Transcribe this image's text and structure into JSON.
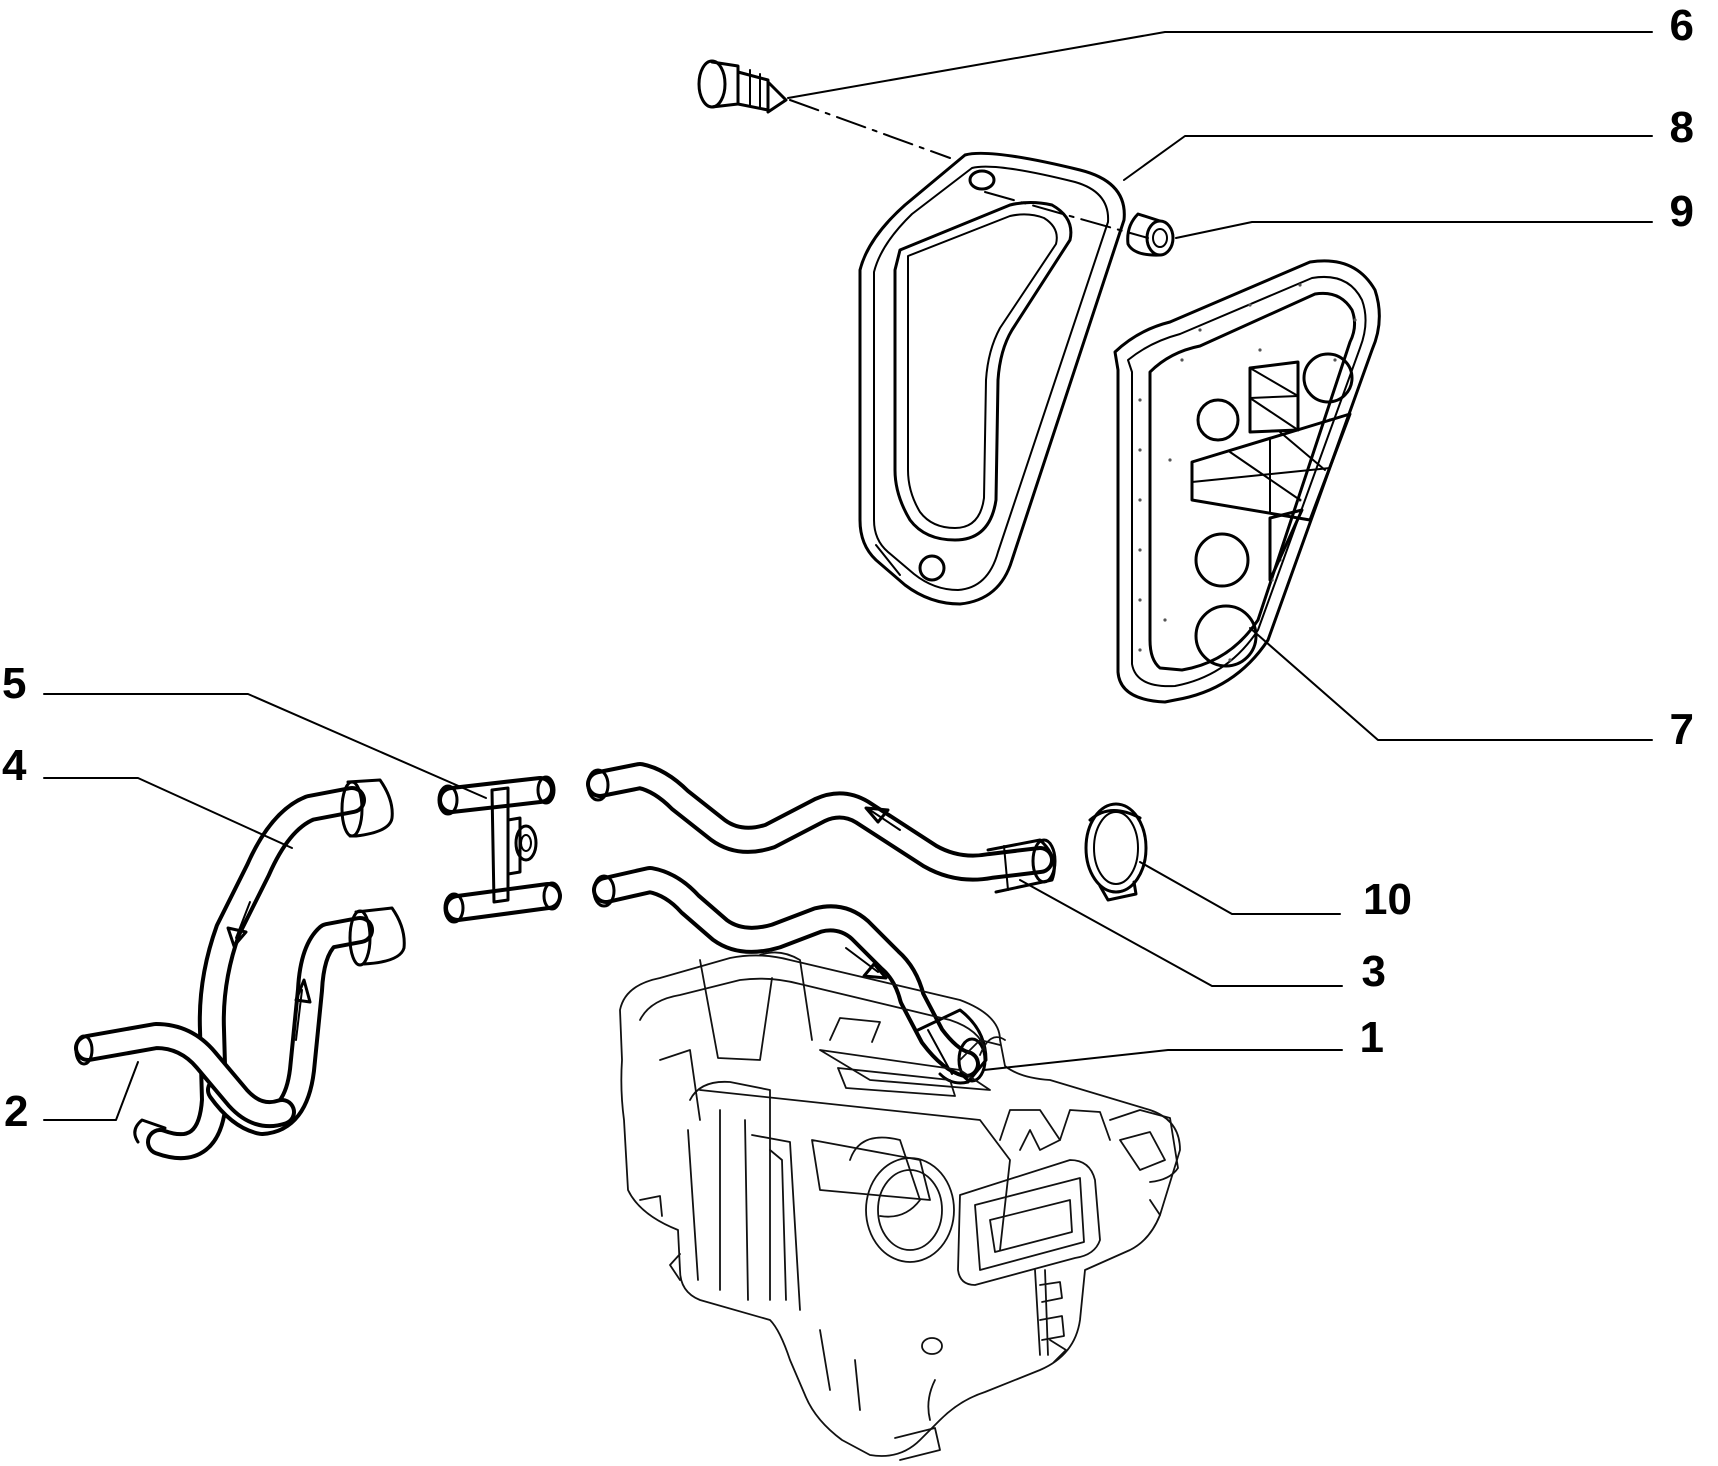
{
  "callouts": [
    {
      "id": "1",
      "text": "1"
    },
    {
      "id": "2",
      "text": "2"
    },
    {
      "id": "3",
      "text": "3"
    },
    {
      "id": "4",
      "text": "4"
    },
    {
      "id": "5",
      "text": "5"
    },
    {
      "id": "6",
      "text": "6"
    },
    {
      "id": "7",
      "text": "7"
    },
    {
      "id": "8",
      "text": "8"
    },
    {
      "id": "9",
      "text": "9"
    },
    {
      "id": "10",
      "text": "10"
    }
  ],
  "colors": {
    "line": "#000000",
    "background": "#ffffff",
    "texture": "#555555"
  }
}
